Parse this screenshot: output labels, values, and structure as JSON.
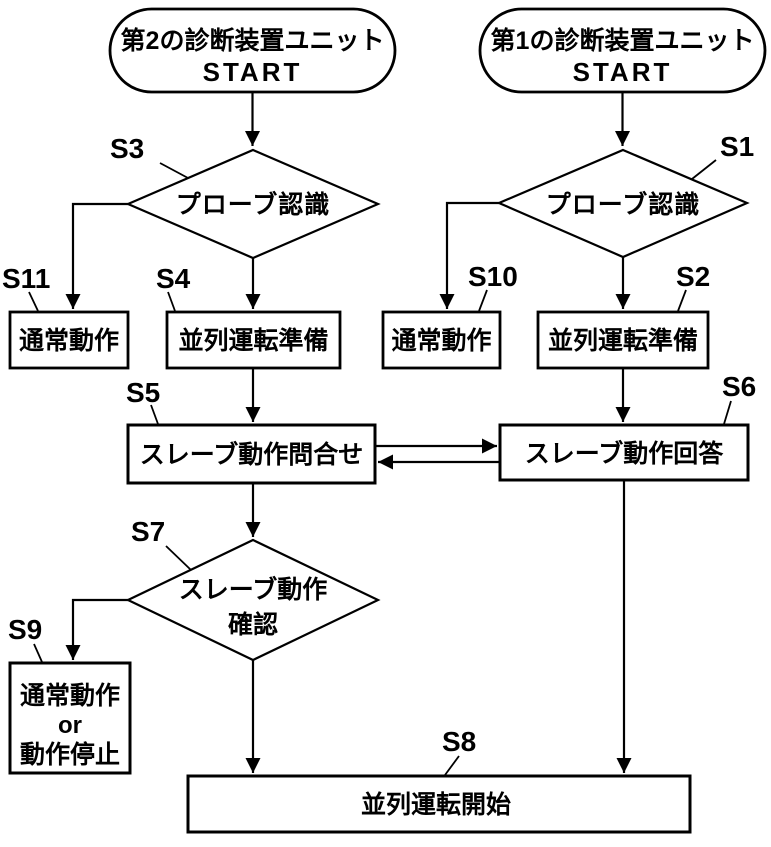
{
  "colors": {
    "line": "#000000",
    "background": "#ffffff",
    "text": "#000000"
  },
  "terminals": {
    "left": {
      "line1": "第2の診断装置ユニット",
      "line2": "START"
    },
    "right": {
      "line1": "第1の診断装置ユニット",
      "line2": "START"
    }
  },
  "steps": {
    "s1": {
      "label": "S1",
      "text": "プローブ認識"
    },
    "s2": {
      "label": "S2",
      "text": "並列運転準備"
    },
    "s3": {
      "label": "S3",
      "text": "プローブ認識"
    },
    "s4": {
      "label": "S4",
      "text": "並列運転準備"
    },
    "s5": {
      "label": "S5",
      "text": "スレーブ動作問合せ"
    },
    "s6": {
      "label": "S6",
      "text": "スレーブ動作回答"
    },
    "s7": {
      "label": "S7",
      "line1": "スレーブ動作",
      "line2": "確認"
    },
    "s8": {
      "label": "S8",
      "text": "並列運転開始"
    },
    "s9": {
      "label": "S9",
      "line1": "通常動作",
      "line2": "or",
      "line3": "動作停止"
    },
    "s10": {
      "label": "S10",
      "text": "通常動作"
    },
    "s11": {
      "label": "S11",
      "text": "通常動作"
    }
  }
}
